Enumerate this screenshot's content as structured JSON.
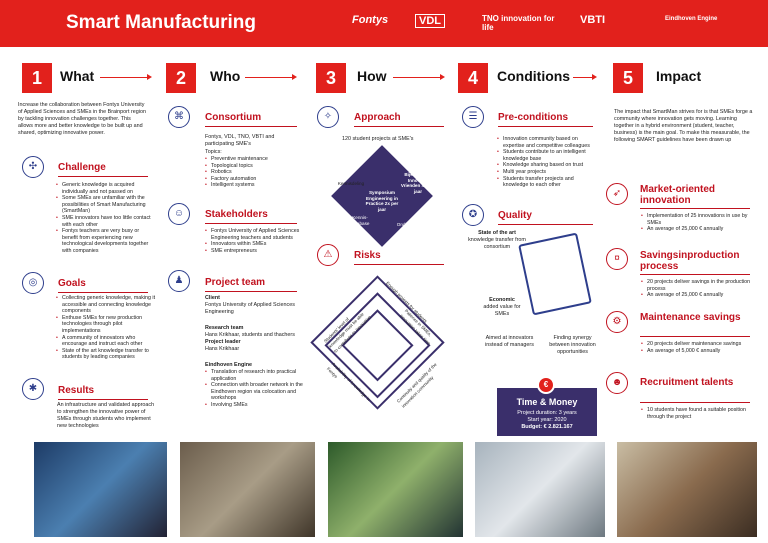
{
  "header": {
    "title": "Smart Manufacturing",
    "logos": [
      "Fontys",
      "VDL",
      "TNO innovation for life",
      "VBTI",
      "Eindhoven Engine"
    ]
  },
  "steps": [
    {
      "num": "1",
      "title": "What"
    },
    {
      "num": "2",
      "title": "Who"
    },
    {
      "num": "3",
      "title": "How"
    },
    {
      "num": "4",
      "title": "Conditions"
    },
    {
      "num": "5",
      "title": "Impact"
    }
  ],
  "what": {
    "intro": "Increase the collaboration between Fontys University of Applied Sciences and SMEs in the Brainport region by tackling innovation challenges together. This allows more and better knowledge to be built up and shared, optimizing innovative power.",
    "challenge_title": "Challenge",
    "challenge": [
      "Generic knowledge is acquired individually and not passed on",
      "Some SMEs are unfamiliar with the possibilities of Smart Manufacturing (SmartMan)",
      "SME innovators have too little contact with each other",
      "Fontys teachers are very busy or benefit from experiencing new technological developments together with companies"
    ],
    "goals_title": "Goals",
    "goals": [
      "Collecting generic knowledge, making it accessible and connecting knowledge components",
      "Enthuse SMEs for new production technologies through pilot implementations",
      "A community of innovators who encourage and instruct each other",
      "State of the art knowledge transfer to students by leading companies"
    ],
    "results_title": "Results",
    "results": "An infrastructure and validated approach to strengthen the innovative power of SMEs through students who implement new technologies"
  },
  "who": {
    "consortium_title": "Consortium",
    "consortium_intro": "Fontys, VDL, TNO, VBTI and participating SME's",
    "topics_label": "Topics:",
    "topics": [
      "Preventive maintenance",
      "Topological topics",
      "Robotics",
      "Factory automation",
      "Intelligent systems"
    ],
    "stakeholders_title": "Stakeholders",
    "stakeholders": [
      "Fontys University of Applied Sciences Engineering teachers and students",
      "Innovators within SMEs",
      "SME entrepreneurs"
    ],
    "team_title": "Project team",
    "client_label": "Client",
    "client": "Fontys University of Applied Sciences Engineering",
    "research_label": "Research team",
    "research": "Hans Krikhaar, students and thachers",
    "leader_label": "Project leader",
    "leader": "Hans Krikhaar",
    "engine_label": "Eindhoven Engine",
    "engine": [
      "Translation of research into practical application",
      "Connection with broader network in the Eindhoven region via colocation and workshops",
      "Involving SMEs"
    ]
  },
  "how": {
    "approach_title": "Approach",
    "approach_intro": "120 student projects at SME's",
    "diamond": {
      "left": "Kennisdeling",
      "top_right": "Bijeenkomst Innovatie Vrienden 4x per jaar",
      "center": "Symposium Engineering in Practice 2x per jaar",
      "bottom_left": "Kennis-database",
      "bottom_right": "Onderzoek best practices"
    },
    "risks_title": "Risks",
    "risks": [
      "Students' level of knowledge must be able to contribute to innovation",
      "Enough projects for students",
      "Patience in SMEs, innovation takes time",
      "Availability of knowledge in Fontys",
      "Continuity and quality of the innovation community"
    ]
  },
  "conditions": {
    "pre_title": "Pre-conditions",
    "pre": [
      "Innovation community based on expertise and competitive colleagues",
      "Students contribute to an intelligent knowledge base",
      "Knowledge sharing based on trust",
      "Multi year projects",
      "Students transfer projects and knowledge to each other"
    ],
    "quality_title": "Quality",
    "quality_state": "State of the art",
    "quality_state2": "knowledge transfer from consortium",
    "quality_econ": "Economic",
    "quality_econ2": "added value for SMEs",
    "quality_innov": "Aimed at innovators instead of managers",
    "quality_syn": "Finding synergy between innovation opportunities",
    "money_title": "Time & Money",
    "duration": "Project duration: 3 years",
    "start": "Start year: 2020",
    "budget": "Budget: € 2.821.167"
  },
  "impact": {
    "intro": "The impact that SmartMan strives for is that SMEs forge a community where innovation gets moving. Learning together in a hybrid environment (student, teacher, business) is the main goal. To make this measurable, the following SMART guidelines have been drawn up",
    "market_title": "Market-oriented innovation",
    "market": [
      "Implementation of 25 innovations in use by SMEs",
      "An average of 25,000 € annually"
    ],
    "savings_title": "Savingsinproduction process",
    "savings": [
      "20 projects deliver savings in the production process",
      "An average of 25,000 € annually"
    ],
    "maint_title": "Maintenance savings",
    "maint": [
      "20 projects deliver maintenance savings",
      "An average of 5,000 € annually"
    ],
    "recruit_title": "Recruitment talents",
    "recruit": [
      "10 students have found a suitable position through the project"
    ]
  }
}
